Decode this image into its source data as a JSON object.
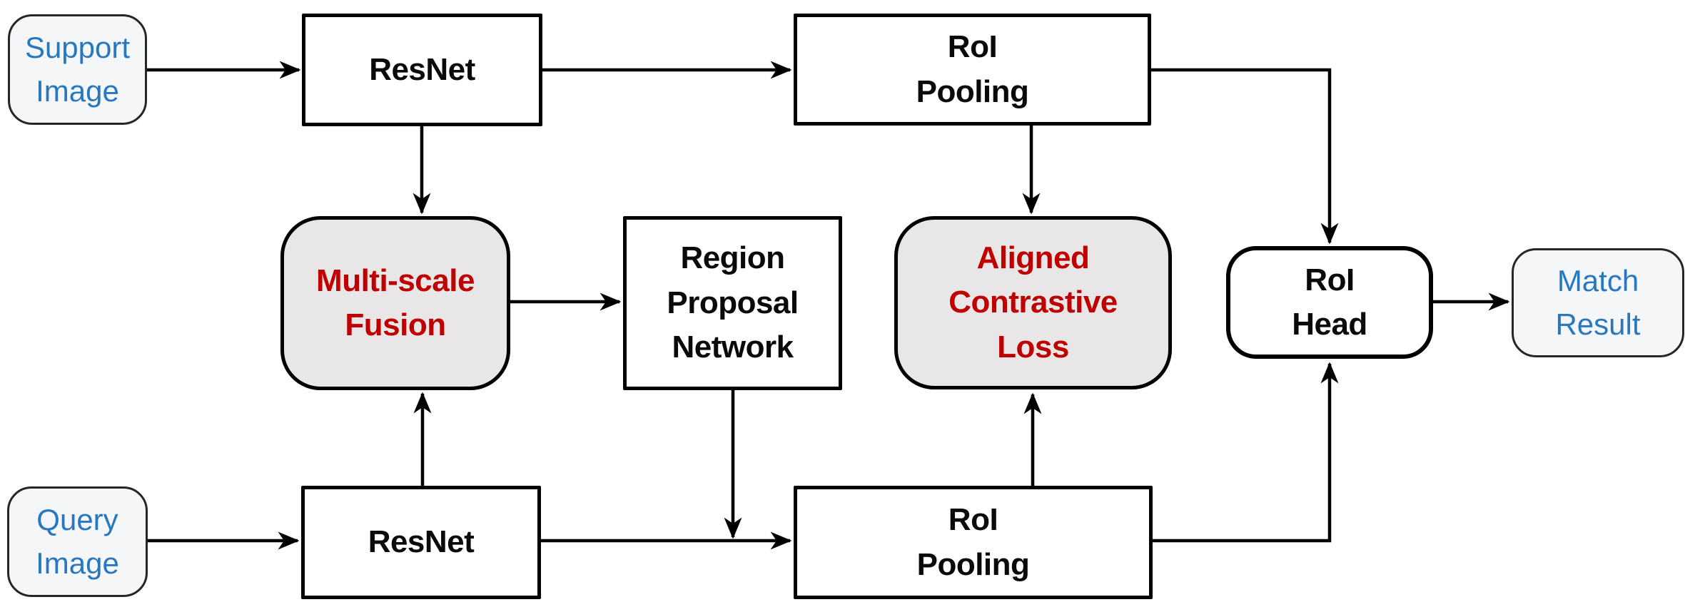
{
  "colors": {
    "accent_blue": "#2878C0",
    "accent_red": "#C00000",
    "node_gray_fill": "#E8E6E6",
    "io_fill": "#F5F6F8",
    "line_black": "#000000"
  },
  "nodes": {
    "support_image": {
      "label": "Support\nImage"
    },
    "resnet_support": {
      "label": "ResNet"
    },
    "roi_pooling_support": {
      "label": "RoI\nPooling"
    },
    "multi_scale_fusion": {
      "label": "Multi-scale\nFusion"
    },
    "region_proposal_network": {
      "label": "Region\nProposal\nNetwork"
    },
    "aligned_contrastive_loss": {
      "label": "Aligned\nContrastive\nLoss"
    },
    "roi_head": {
      "label": "RoI\nHead"
    },
    "match_result": {
      "label": "Match\nResult"
    },
    "query_image": {
      "label": "Query\nImage"
    },
    "resnet_query": {
      "label": "ResNet"
    },
    "roi_pooling_query": {
      "label": "RoI\nPooling"
    }
  },
  "edges": [
    {
      "from": "support_image",
      "to": "resnet_support"
    },
    {
      "from": "resnet_support",
      "to": "roi_pooling_support"
    },
    {
      "from": "resnet_support",
      "to": "multi_scale_fusion"
    },
    {
      "from": "multi_scale_fusion",
      "to": "region_proposal_network"
    },
    {
      "from": "roi_pooling_support",
      "to": "aligned_contrastive_loss"
    },
    {
      "from": "roi_pooling_support",
      "to": "roi_head"
    },
    {
      "from": "roi_head",
      "to": "match_result"
    },
    {
      "from": "query_image",
      "to": "resnet_query"
    },
    {
      "from": "resnet_query",
      "to": "multi_scale_fusion"
    },
    {
      "from": "resnet_query",
      "to": "roi_pooling_query"
    },
    {
      "from": "region_proposal_network",
      "to": "resnet_query_to_roi_pooling_line"
    },
    {
      "from": "roi_pooling_query",
      "to": "aligned_contrastive_loss"
    },
    {
      "from": "roi_pooling_query",
      "to": "roi_head"
    }
  ]
}
